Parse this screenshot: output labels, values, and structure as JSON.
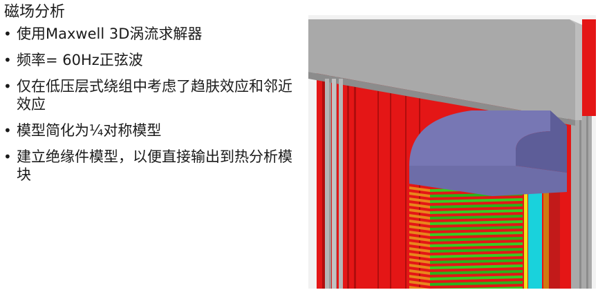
{
  "slide": {
    "title": "磁场分析",
    "bullet_symbol": "•",
    "bullets": [
      "使用Maxwell 3D涡流求解器",
      "频率= 60Hz正弦波",
      "仅在低压层式绕组中考虑了趋肤效应和邻近效应",
      "模型简化为¼对称模型",
      "建立绝缘件模型，以便直接输出到热分析模块"
    ]
  },
  "figure": {
    "colors": {
      "core": "#e41616",
      "core_dark": "#b00d0d",
      "yoke": "#a9a9a9",
      "yoke_dark": "#8c8c8c",
      "clamp": "#6d6da8",
      "clamp_top": "#7777b4",
      "winding_green": "#36cc24",
      "winding_orange": "#e8861c",
      "insulation_cyan": "#19d2dc",
      "insulation_yellow": "#f0e21e"
    }
  }
}
